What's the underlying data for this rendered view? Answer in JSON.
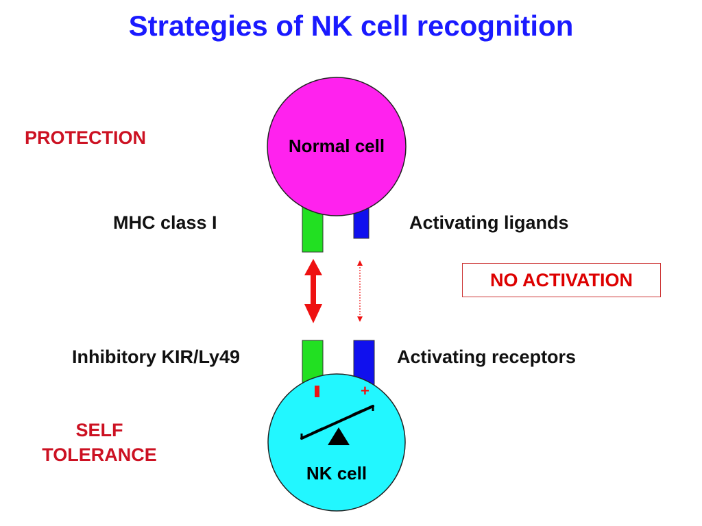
{
  "title": "Strategies of NK cell recognition",
  "labels": {
    "protection": "PROTECTION",
    "self_tolerance_line1": "SELF",
    "self_tolerance_line2": "TOLERANCE",
    "mhc_class_i": "MHC class I",
    "activating_ligands": "Activating ligands",
    "inhibitory_receptor": "Inhibitory KIR/Ly49",
    "activating_receptors": "Activating receptors",
    "no_activation": "NO ACTIVATION",
    "normal_cell": "Normal cell",
    "nk_cell": "NK cell",
    "minus_sign": "–",
    "plus_sign": "+"
  },
  "colors": {
    "title": "#1a1aff",
    "red_label": "#cc1122",
    "normal_cell_fill": "#ff22ee",
    "nk_cell_fill": "#22f7ff",
    "mhc_green": "#22e022",
    "activating_blue": "#1010ee",
    "arrow_red": "#ee1111"
  },
  "icons": {
    "inhibitory_interaction": "double-headed-arrow-bold",
    "activating_interaction": "double-headed-arrow-dotted",
    "balance": "seesaw-balance-icon"
  }
}
